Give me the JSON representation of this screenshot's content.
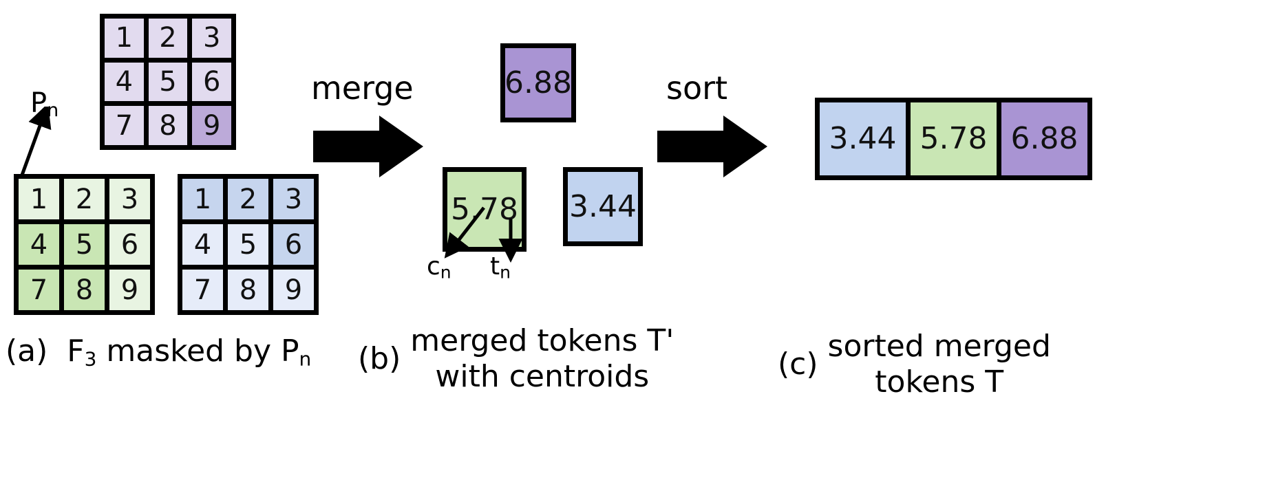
{
  "figure": {
    "title": "Token merging and sorting diagram",
    "panels": [
      {
        "tag": "(a)",
        "caption_main": "F",
        "caption_sub": "3",
        "caption_rest": " masked by P",
        "caption_rest_sub": "n"
      },
      {
        "tag": "(b)",
        "caption_line1": "merged tokens T'",
        "caption_line2": "with centroids"
      },
      {
        "tag": "(c)",
        "caption_line1": "sorted merged",
        "caption_line2": "tokens T"
      }
    ]
  },
  "labels": {
    "pn": "P",
    "pn_sub": "n",
    "cn": "c",
    "cn_sub": "n",
    "tn": "t",
    "tn_sub": "n",
    "merge": "merge",
    "sort": "sort"
  },
  "grids": {
    "purple": {
      "name": "purple-feature-grid",
      "cells": [
        "1",
        "2",
        "3",
        "4",
        "5",
        "6",
        "7",
        "8",
        "9"
      ],
      "highlighted": [
        8
      ],
      "base_color": "#e2dbef",
      "highlight_color": "#bcaad9"
    },
    "green": {
      "name": "green-feature-grid",
      "cells": [
        "1",
        "2",
        "3",
        "4",
        "5",
        "6",
        "7",
        "8",
        "9"
      ],
      "highlighted": [
        3,
        4,
        6,
        7
      ],
      "base_color": "#e8f4e2",
      "highlight_color": "#c9e6b4"
    },
    "blue": {
      "name": "blue-feature-grid",
      "cells": [
        "1",
        "2",
        "3",
        "4",
        "5",
        "6",
        "7",
        "8",
        "9"
      ],
      "highlighted": [
        0,
        1,
        2,
        5
      ],
      "base_color": "#e6ecf9",
      "highlight_color": "#c6d5ee"
    }
  },
  "merged_tokens": [
    {
      "value": "6.88",
      "color": "#a994d3",
      "name": "merged-token-purple"
    },
    {
      "value": "5.78",
      "color": "#c9e6b4",
      "name": "merged-token-green"
    },
    {
      "value": "3.44",
      "color": "#c1d3ef",
      "name": "merged-token-blue"
    }
  ],
  "sorted_tokens": [
    {
      "value": "3.44",
      "color": "#c1d3ef",
      "name": "sorted-token-1"
    },
    {
      "value": "5.78",
      "color": "#c9e6b4",
      "name": "sorted-token-2"
    },
    {
      "value": "6.88",
      "color": "#a994d3",
      "name": "sorted-token-3"
    }
  ],
  "colors": {
    "stroke": "#000000",
    "background": "#ffffff"
  }
}
